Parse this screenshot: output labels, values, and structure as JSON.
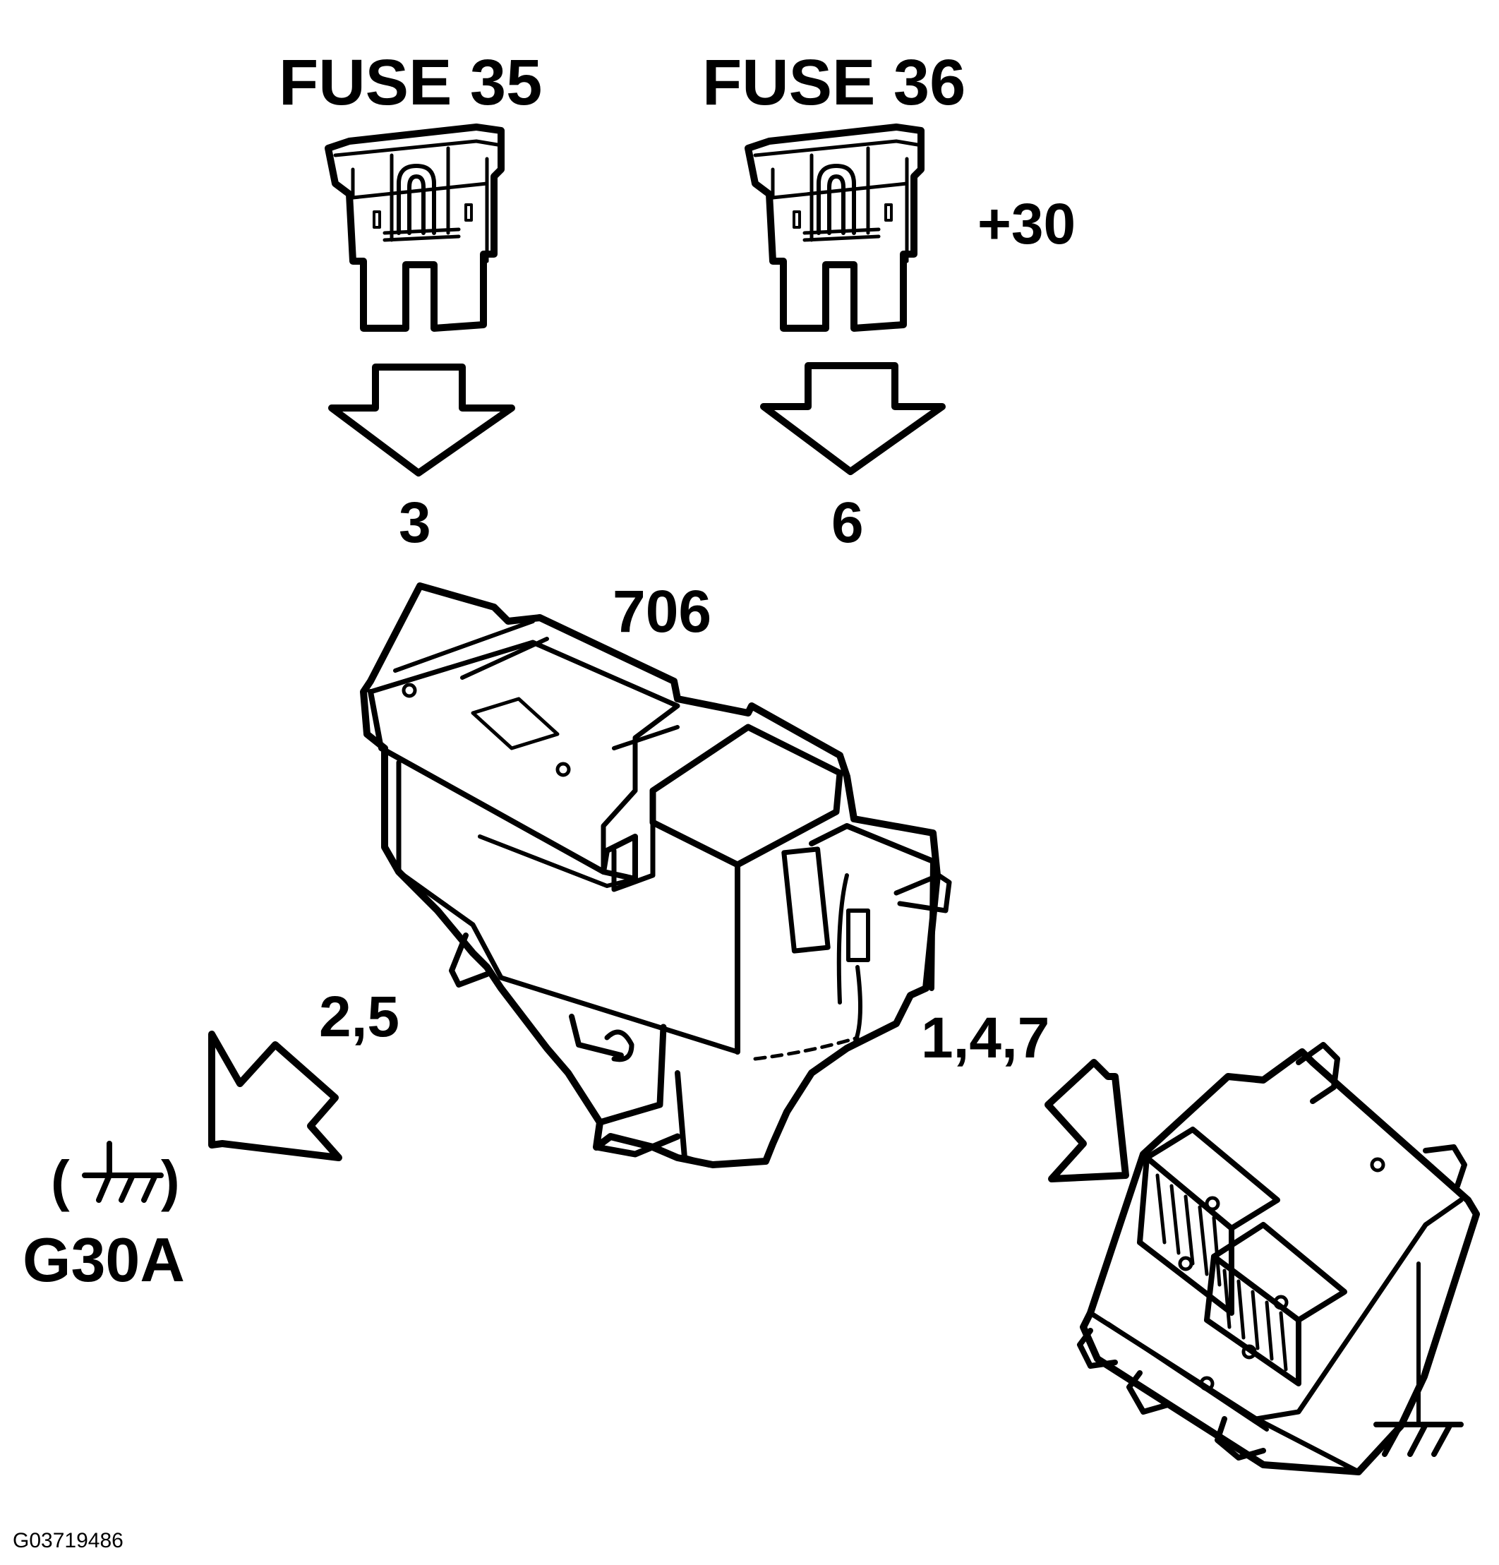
{
  "labels": {
    "fuse_a": "FUSE 35",
    "fuse_b": "FUSE 36",
    "supply": "+30",
    "pin_a": "3",
    "pin_b": "6",
    "component": "706",
    "pins_ground": "2,5",
    "pins_module": "1,4,7",
    "ground_name": "G30A",
    "ground_symbol_open": "(",
    "ground_symbol_close": ")",
    "figure_ref": "G03719486"
  },
  "colors": {
    "ink": "#000000",
    "paper": "#ffffff"
  }
}
